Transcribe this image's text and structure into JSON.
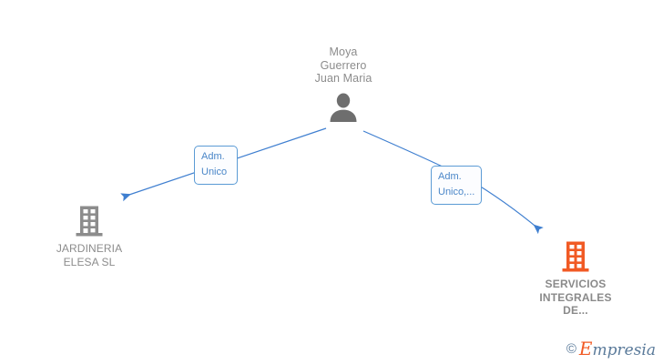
{
  "diagram": {
    "type": "relationship-graph",
    "background_color": "#ffffff",
    "accent_color": "#4a86c8",
    "edge_color": "#3f7fd0",
    "person_color": "#6e6e6e",
    "company_active_color": "#f15a24",
    "company_inactive_color": "#8c8c8c"
  },
  "person": {
    "icon": "person-icon",
    "name": "Moya\nGuerrero\nJuan Maria"
  },
  "companies": [
    {
      "id": "jardineria-elesa-sl",
      "icon": "building-icon",
      "name": "JARDINERIA\nELESA SL",
      "color": "#8c8c8c"
    },
    {
      "id": "servicios-integrales-de",
      "icon": "building-icon",
      "name": "SERVICIOS\nINTEGRALES\nDE...",
      "color": "#f15a24"
    }
  ],
  "edges": [
    {
      "id": "edge-left",
      "from": "person",
      "to": "jardineria-elesa-sl",
      "label": "Adm.\nUnico"
    },
    {
      "id": "edge-right",
      "from": "person",
      "to": "servicios-integrales-de",
      "label": "Adm.\nUnico,..."
    }
  ],
  "watermark": {
    "copyright": "©",
    "brand_first_letter": "E",
    "brand_rest": "mpresia"
  }
}
